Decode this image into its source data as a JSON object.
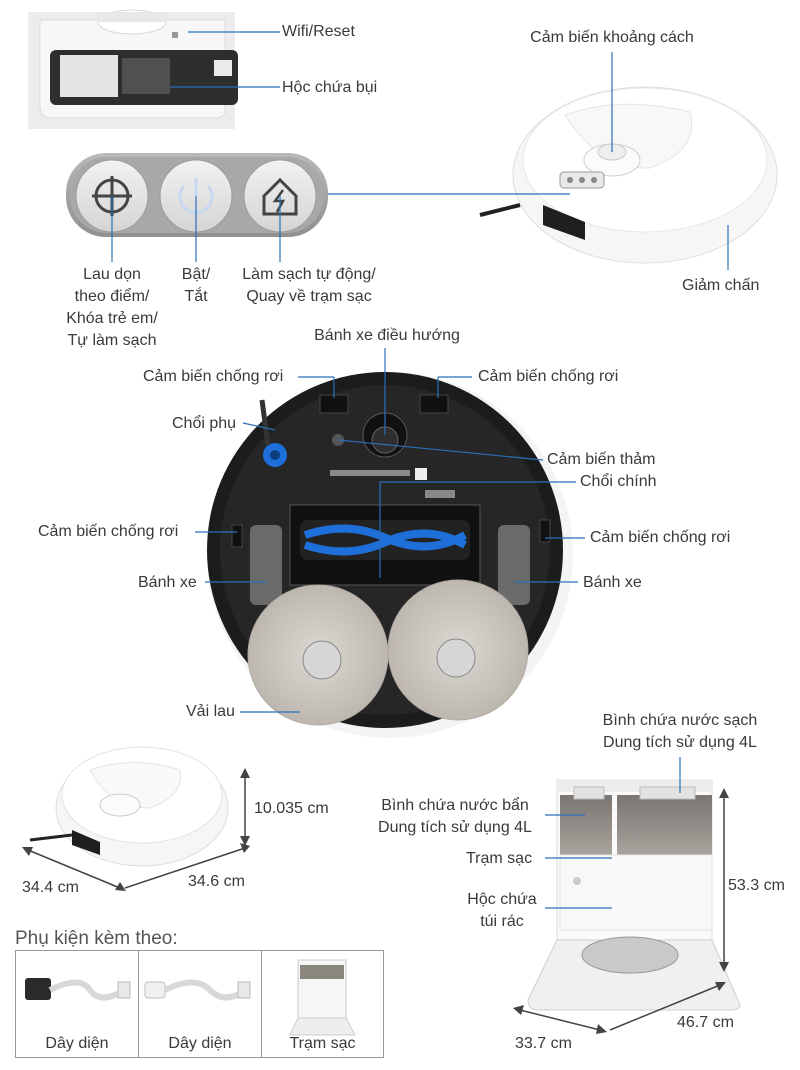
{
  "labels": {
    "wifi_reset": "Wifi/Reset",
    "dust_bin": "Hộc chứa bụi",
    "distance_sensor": "Cảm biến khoảng cách",
    "spot_clean_line1": "Lau dọn",
    "spot_clean_line2": "theo điểm/",
    "spot_clean_line3": "Khóa trẻ em/",
    "spot_clean_line4": "Tự làm sạch",
    "power_line1": "Bật/",
    "power_line2": "Tắt",
    "auto_clean_line1": "Làm sạch tự động/",
    "auto_clean_line2": "Quay về trạm sạc",
    "bumper": "Giảm chấn",
    "nav_wheel": "Bánh xe điều hướng",
    "cliff_sensor_tl": "Cảm biến chống rơi",
    "cliff_sensor_tr": "Cảm biến chống rơi",
    "side_brush": "Chổi phụ",
    "carpet_sensor": "Cảm biến thảm",
    "main_brush": "Chổi chính",
    "cliff_sensor_ml": "Cảm biến chống rơi",
    "cliff_sensor_mr": "Cảm biến chống rơi",
    "wheel_left": "Bánh xe",
    "wheel_right": "Bánh xe",
    "mop_pads": "Vải lau",
    "clean_tank_line1": "Bình chứa nước sạch",
    "clean_tank_line2": "Dung tích sử dụng 4L",
    "dirty_tank_line1": "Bình chứa nước bẩn",
    "dirty_tank_line2": "Dung tích sử dụng 4L",
    "charging_station": "Trạm sạc",
    "bag_line1": "Hộc chứa",
    "bag_line2": "túi rác"
  },
  "dimensions": {
    "robot_height": "10.035 cm",
    "robot_width": "34.4 cm",
    "robot_depth": "34.6 cm",
    "station_height": "53.3 cm",
    "station_width": "33.7 cm",
    "station_depth": "46.7 cm"
  },
  "accessories": {
    "title": "Phụ kiện kèm theo:",
    "items": [
      {
        "label": "Dây diện"
      },
      {
        "label": "Dây diện"
      },
      {
        "label": "Trạm  sạc"
      }
    ]
  },
  "icons": [
    "crosshair-icon",
    "power-icon",
    "home-lightning-icon"
  ],
  "colors": {
    "accent_blue": "#1e6fd9",
    "leader_line": "#2a6fb8",
    "robot_dark": "#262626",
    "mop_gray": "#cfcac4"
  }
}
